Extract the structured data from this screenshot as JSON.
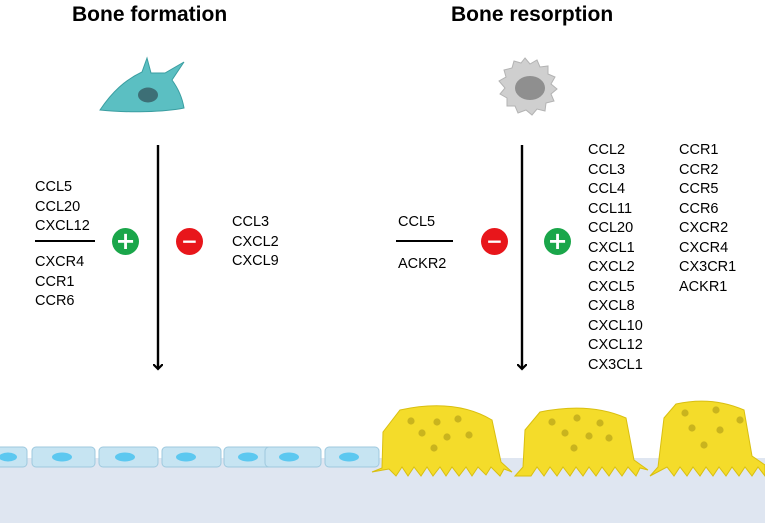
{
  "formation": {
    "title": "Bone formation",
    "promoting_ligands": [
      "CCL5",
      "CCL20",
      "CXCL12"
    ],
    "promoting_receptors": [
      "CXCR4",
      "CCR1",
      "CCR6"
    ],
    "inhibiting": [
      "CCL3",
      "CXCL2",
      "CXCL9"
    ]
  },
  "resorption": {
    "title": "Bone resorption",
    "inhibiting_ligand": "CCL5",
    "inhibiting_receptor": "ACKR2",
    "promoting_ligands": [
      "CCL2",
      "CCL3",
      "CCL4",
      "CCL11",
      "CCL20",
      "CXCL1",
      "CXCL2",
      "CXCL5",
      "CXCL8",
      "CXCL10",
      "CXCL12",
      "CX3CL1"
    ],
    "promoting_receptors": [
      "CCR1",
      "CCR2",
      "CCR5",
      "CCR6",
      "CXCR2",
      "CXCR4",
      "CX3CR1",
      "ACKR1"
    ]
  },
  "signs": {
    "plus": "+",
    "minus": "−"
  },
  "colors": {
    "osteoblast": "#5bbfc2",
    "macrophage": "#c9c9c9",
    "osteoclast": "#f4dc2a",
    "lining_cell": "#c6e4f2",
    "lining_nucleus": "#5cc8f0",
    "bone_matrix": "#dfe6f1",
    "plus": "#1aa64a",
    "minus": "#e8161b"
  }
}
